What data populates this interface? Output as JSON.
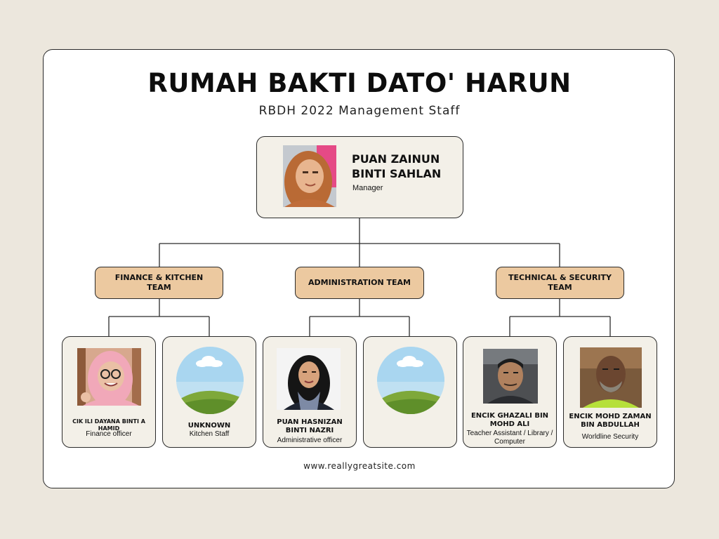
{
  "header": {
    "title": "RUMAH BAKTI DATO' HARUN",
    "subtitle": "RBDH 2022 Management Staff"
  },
  "manager": {
    "name": "PUAN ZAINUN BINTI SAHLAN",
    "role": "Manager"
  },
  "teams": [
    {
      "label": "FINANCE & KITCHEN TEAM"
    },
    {
      "label": "ADMINISTRATION TEAM"
    },
    {
      "label": "TECHNICAL & SECURITY TEAM"
    }
  ],
  "staff": [
    {
      "name": "CIK ILI DAYANA BINTI A HAMID",
      "role": "Finance officer",
      "photo": "portrait-photo"
    },
    {
      "name": "UNKNOWN",
      "role": "Kitchen Staff",
      "photo": "placeholder-landscape"
    },
    {
      "name": "PUAN HASNIZAN BINTI NAZRI",
      "role": "Administrative officer",
      "photo": "portrait-photo"
    },
    {
      "name": "",
      "role": "",
      "photo": "placeholder-landscape"
    },
    {
      "name": "ENCIK GHAZALI BIN MOHD ALI",
      "role": "Teacher Assistant / Library / Computer",
      "photo": "portrait-photo"
    },
    {
      "name": "ENCIK MOHD ZAMAN BIN ABDULLAH",
      "role": "Worldline Security",
      "photo": "portrait-photo"
    }
  ],
  "footer": {
    "url": "www.reallygreatsite.com"
  },
  "colors": {
    "background": "#ece7dd",
    "box": "#f3f0e8",
    "team_box": "#ecc9a0",
    "border": "#2b2b2b"
  }
}
